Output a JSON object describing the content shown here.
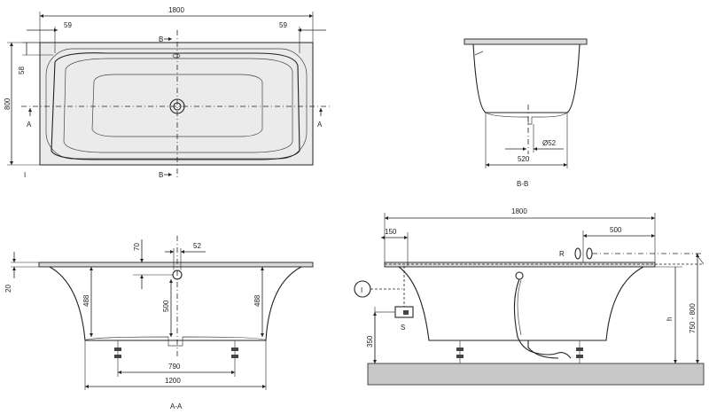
{
  "top_view": {
    "dim_length": "1800",
    "dim_left_offset": "59",
    "dim_right_offset": "59",
    "dim_rim": "58",
    "dim_width": "800",
    "section_marker_b": "B",
    "section_marker_a": "A",
    "leader_label": "I"
  },
  "section_bb": {
    "dim_base": "520",
    "dim_drain": "Ø52",
    "caption": "B-B"
  },
  "section_aa": {
    "dim_rim_thickness": "20",
    "dim_overflow_height": "70",
    "dim_overflow_offset": "52",
    "dim_inner_left": "488",
    "dim_center": "500",
    "dim_inner_right": "488",
    "dim_feet": "790",
    "dim_base": "1200",
    "caption": "A-A"
  },
  "installation": {
    "dim_length": "1800",
    "dim_left": "150",
    "dim_right": "500",
    "label_r": "R",
    "label_h": "h",
    "label_s": "S",
    "dim_floor": "350",
    "dim_height_range": "750 - 800",
    "marker_i": "I"
  },
  "colors": {
    "line": "#222222",
    "tub_fill": "#ebebeb",
    "rim_fill": "#d9d9d9",
    "floor": "#c8c8c8"
  }
}
